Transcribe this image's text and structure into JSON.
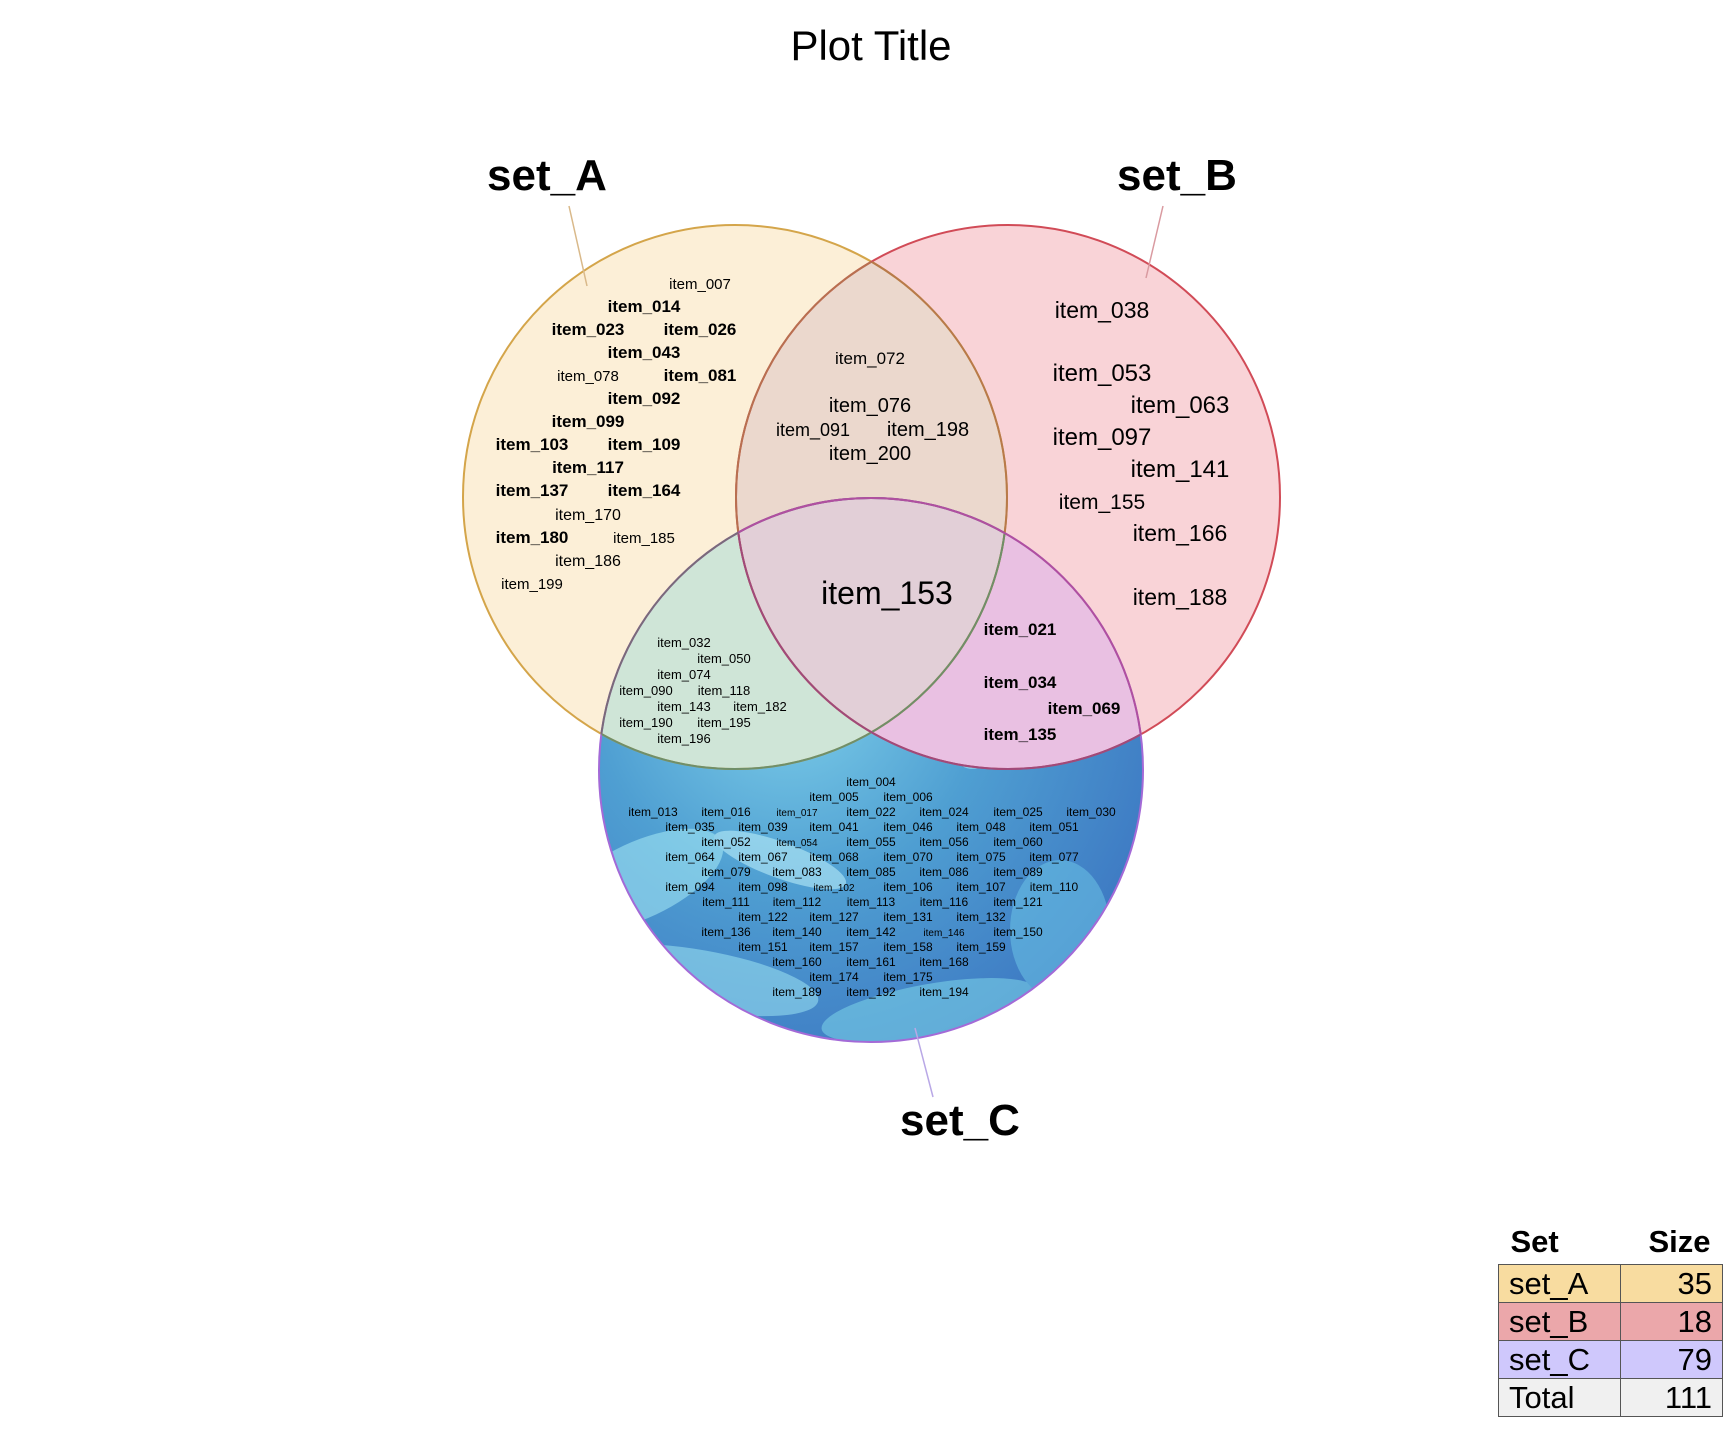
{
  "title": "Plot Title",
  "colors": {
    "set_A": "#e2b04a",
    "set_B": "#d9545f",
    "set_C": "#a37be6"
  },
  "sets": [
    {
      "name": "set_A",
      "label": "set_A",
      "size": "35",
      "cell_color": "#f8dca0"
    },
    {
      "name": "set_B",
      "label": "set_B",
      "size": "18",
      "cell_color": "#eba7aa"
    },
    {
      "name": "set_C",
      "label": "set_C",
      "size": "79",
      "cell_color": "#cfc8fc"
    }
  ],
  "summary": {
    "header_set": "Set",
    "header_size": "Size",
    "total_label": "Total",
    "total_value": "111",
    "total_color": "#f0f0f0"
  },
  "regions": {
    "A_only": [
      "item_007",
      "item_014",
      "item_023",
      "item_026",
      "item_043",
      "item_078",
      "item_081",
      "item_092",
      "item_099",
      "item_103",
      "item_109",
      "item_117",
      "item_137",
      "item_164",
      "item_170",
      "item_180",
      "item_185",
      "item_186",
      "item_199"
    ],
    "B_only": [
      "item_038",
      "item_053",
      "item_063",
      "item_097",
      "item_141",
      "item_155",
      "item_166",
      "item_188"
    ],
    "AB_only": [
      "item_072",
      "item_076",
      "item_091",
      "item_198",
      "item_200"
    ],
    "ABC": [
      "item_153"
    ],
    "AC_only": [
      "item_032",
      "item_050",
      "item_074",
      "item_090",
      "item_118",
      "item_143",
      "item_182",
      "item_190",
      "item_195",
      "item_196"
    ],
    "BC_only": [
      "item_021",
      "item_034",
      "item_069",
      "item_135"
    ],
    "C_only": [
      "item_004",
      "item_005",
      "item_006",
      "item_013",
      "item_016",
      "item_017",
      "item_022",
      "item_024",
      "item_025",
      "item_030",
      "item_035",
      "item_039",
      "item_041",
      "item_046",
      "item_048",
      "item_051",
      "item_052",
      "item_054",
      "item_055",
      "item_056",
      "item_060",
      "item_064",
      "item_067",
      "item_068",
      "item_070",
      "item_075",
      "item_077",
      "item_079",
      "item_083",
      "item_085",
      "item_086",
      "item_089",
      "item_094",
      "item_098",
      "item_102",
      "item_106",
      "item_107",
      "item_110",
      "item_111",
      "item_112",
      "item_113",
      "item_116",
      "item_121",
      "item_122",
      "item_127",
      "item_131",
      "item_132",
      "item_136",
      "item_140",
      "item_142",
      "item_146",
      "item_150",
      "item_151",
      "item_157",
      "item_158",
      "item_159",
      "item_160",
      "item_161",
      "item_168",
      "item_174",
      "item_175",
      "item_189",
      "item_192",
      "item_194"
    ]
  }
}
